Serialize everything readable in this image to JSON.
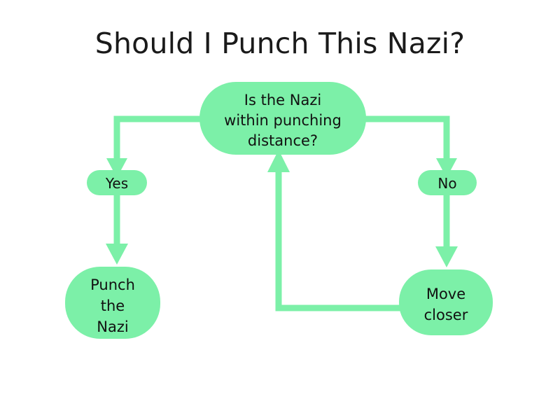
{
  "chart_data": {
    "type": "diagram",
    "title": "Should I Punch This Nazi?",
    "diagram_kind": "flowchart",
    "nodes": [
      {
        "id": "decision",
        "kind": "decision",
        "lines": [
          "Is the Nazi",
          "within punching",
          "distance?"
        ]
      },
      {
        "id": "yes-label",
        "kind": "branch-label",
        "lines": [
          "Yes"
        ]
      },
      {
        "id": "no-label",
        "kind": "branch-label",
        "lines": [
          "No"
        ]
      },
      {
        "id": "punch",
        "kind": "action",
        "lines": [
          "Punch",
          "the",
          "Nazi"
        ]
      },
      {
        "id": "move",
        "kind": "action",
        "lines": [
          "Move",
          "closer"
        ]
      }
    ],
    "edges": [
      {
        "from": "decision",
        "to": "yes-label",
        "label": "",
        "direction": "left-then-down"
      },
      {
        "from": "decision",
        "to": "no-label",
        "label": "",
        "direction": "right-then-down"
      },
      {
        "from": "yes-label",
        "to": "punch",
        "label": "",
        "direction": "down"
      },
      {
        "from": "no-label",
        "to": "move",
        "label": "",
        "direction": "down"
      },
      {
        "from": "move",
        "to": "decision",
        "label": "",
        "direction": "left-then-up"
      }
    ]
  },
  "title": {
    "text": "Should I Punch This Nazi?"
  },
  "nodes": {
    "decision": {
      "line1": "Is the Nazi",
      "line2": "within punching",
      "line3": "distance?"
    },
    "yes": {
      "text": "Yes"
    },
    "no": {
      "text": "No"
    },
    "punch": {
      "line1": "Punch",
      "line2": "the",
      "line3": "Nazi"
    },
    "move": {
      "line1": "Move",
      "line2": "closer"
    }
  },
  "colors": {
    "node_fill": "#7CF0A8",
    "connector": "#7CF0A8",
    "text": "#111111",
    "title_text": "#1a1a1a",
    "background": "#ffffff"
  }
}
